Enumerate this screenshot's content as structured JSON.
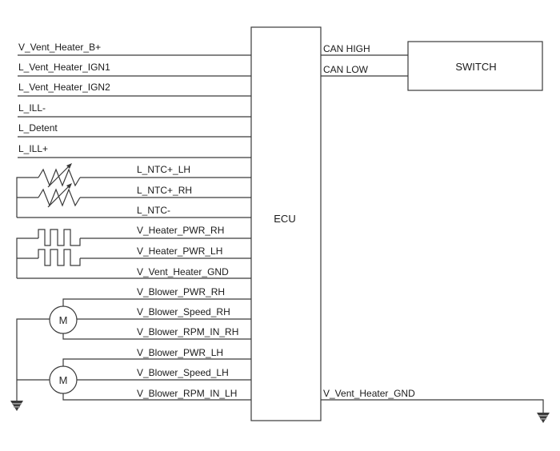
{
  "diagram": {
    "ecu_label": "ECU",
    "switch_label": "SWITCH",
    "motor_symbol": "M",
    "left_signals": {
      "power_inputs": [
        "V_Vent_Heater_B+",
        "L_Vent_Heater_IGN1",
        "L_Vent_Heater_IGN2",
        "L_ILL-",
        "L_Detent",
        "L_ILL+"
      ],
      "ntc_sensors": [
        "L_NTC+_LH",
        "L_NTC+_RH",
        "L_NTC-"
      ],
      "heaters": [
        "V_Heater_PWR_RH",
        "V_Heater_PWR_LH",
        "V_Vent_Heater_GND"
      ],
      "blower_rh": [
        "V_Blower_PWR_RH",
        "V_Blower_Speed_RH",
        "V_Blower_RPM_IN_RH"
      ],
      "blower_lh": [
        "V_Blower_PWR_LH",
        "V_Blower_Speed_LH",
        "V_Blower_RPM_IN_LH"
      ]
    },
    "right_signals": {
      "can_high": "CAN HIGH",
      "can_low": "CAN LOW",
      "ground": "V_Vent_Heater_GND"
    },
    "components": {
      "thermistors": [
        "thermistor-lh",
        "thermistor-rh"
      ],
      "heater_elements": [
        "heater-element-rh",
        "heater-element-lh"
      ],
      "motors": [
        "blower-motor-rh",
        "blower-motor-lh"
      ],
      "grounds": [
        "ground-left",
        "ground-right"
      ]
    }
  }
}
